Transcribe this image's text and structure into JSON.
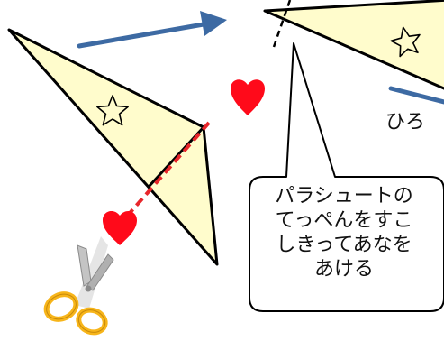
{
  "callout": {
    "lines": [
      "パラシュートの",
      "てっぺんをすこ",
      "しきってあなを",
      "あける"
    ]
  },
  "partial_label": "ひろ",
  "colors": {
    "triangle_fill": "#fffccc",
    "outline": "#000000",
    "arrow": "#3d6aa3",
    "cut_line": "#e8262b",
    "heart": "#ff0a1a",
    "scissors_handle": "#f7b51a",
    "scissors_blade": "#b0b0b0"
  },
  "icons": [
    "star-icon",
    "heart-icon",
    "arrow-icon",
    "scissors-icon"
  ]
}
